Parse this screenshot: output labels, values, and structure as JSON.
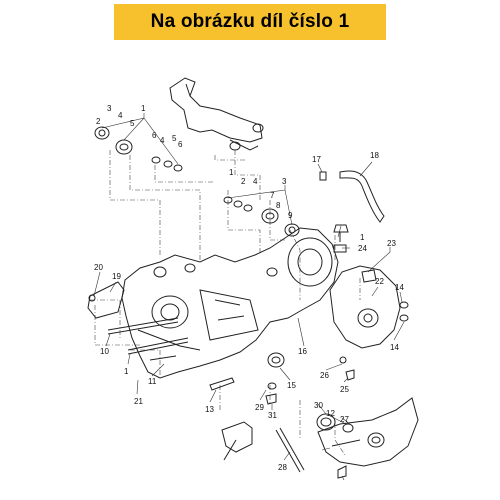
{
  "banner": {
    "text": "Na obrázku díl číslo 1",
    "color": "#f7c12e"
  },
  "diagram": {
    "type": "exploded-parts-diagram",
    "callouts": [
      "1",
      "2",
      "3",
      "4",
      "5",
      "6",
      "4",
      "5",
      "6",
      "1",
      "2",
      "4",
      "3",
      "7",
      "8",
      "9",
      "17",
      "18",
      "1",
      "24",
      "23",
      "20",
      "19",
      "22",
      "14",
      "14",
      "10",
      "1",
      "11",
      "21",
      "13",
      "16",
      "15",
      "26",
      "25",
      "29",
      "31",
      "30",
      "12",
      "27",
      "28"
    ]
  }
}
